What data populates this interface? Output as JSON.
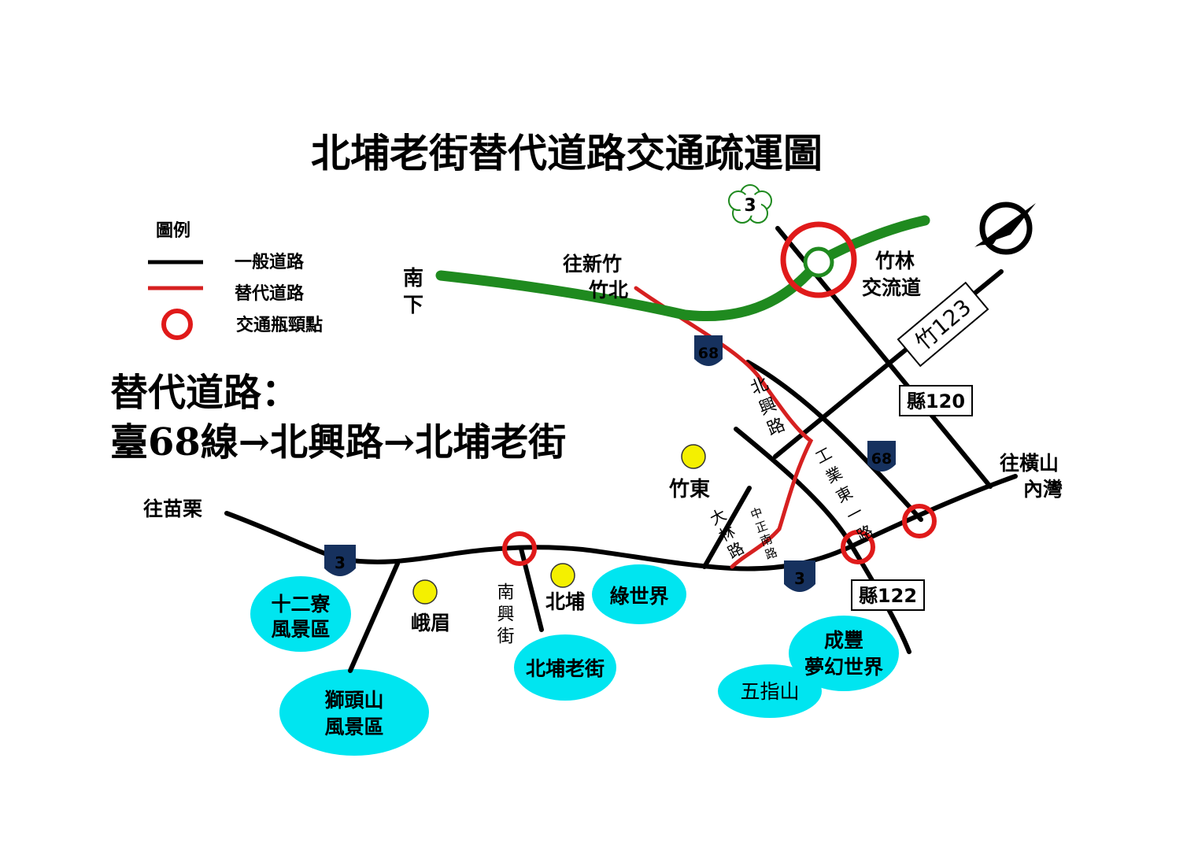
{
  "title": "北埔老街替代道路交通疏運圖",
  "legend": {
    "heading": "圖例",
    "items": [
      {
        "label": "一般道路",
        "color": "#000000"
      },
      {
        "label": "替代道路",
        "color": "#d62020"
      },
      {
        "label": "交通瓶頸點",
        "color": "#e01a1a"
      }
    ]
  },
  "route_info": {
    "heading": "替代道路：",
    "path": "臺68線→北興路→北埔老街"
  },
  "labels": {
    "south": "南",
    "down": "下",
    "to_hsinchu": "往新竹",
    "zhubei": "竹北",
    "zhulin": "竹林",
    "interchange": "交流道",
    "to_miaoli": "往苗栗",
    "to_hengshan": "往橫山",
    "neiwan": "內灣",
    "zhudong": "竹東",
    "beipu": "北埔",
    "emei": "峨眉",
    "nanxing_st": "南興街",
    "beixing_rd": "北興路",
    "gongye_e_rd": "工業東一路",
    "dalin_rd": "大林路",
    "zhongzheng_s_rd": "中正南路"
  },
  "road_signs": {
    "zhu123": "竹123",
    "county120": "縣120",
    "county122": "縣122",
    "hwy68_a": "68",
    "hwy68_b": "68",
    "hwy3_a": "3",
    "hwy3_b": "3",
    "freeway3": "3"
  },
  "attractions": [
    {
      "line1": "十二寮",
      "line2": "風景區"
    },
    {
      "line1": "獅頭山",
      "line2": "風景區"
    },
    {
      "line1": "北埔老街"
    },
    {
      "line1": "綠世界"
    },
    {
      "line1": "成豐",
      "line2": "夢幻世界"
    },
    {
      "line1": "五指山"
    }
  ],
  "colors": {
    "freeway": "#1f8a1f",
    "alt_route": "#d62020",
    "bottleneck": "#e01a1a",
    "attraction": "#00e5f0",
    "town": "#f4f000",
    "shield": "#16315e"
  }
}
